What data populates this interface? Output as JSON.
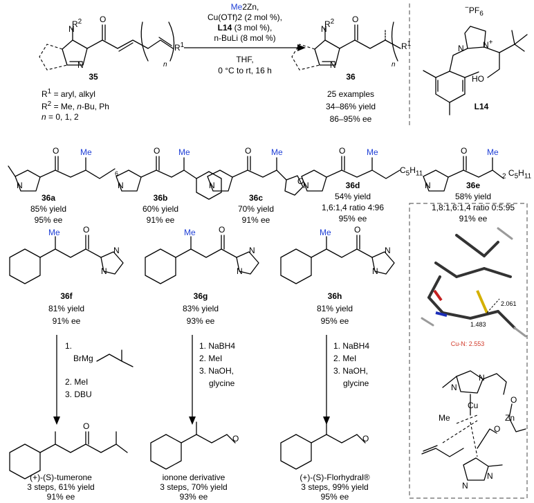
{
  "scheme": {
    "reagents": {
      "line1": "Me",
      "line1b": "2Zn,",
      "line2": "Cu(OTf)",
      "line2b": "2 (2 mol %),",
      "line3a": "L14",
      "line3b": " (3 mol %),",
      "line4": "n-BuLi (8 mol %)",
      "line5": "THF,",
      "line6": "0 °C to rt, 16 h"
    },
    "substrate_label": "35",
    "product_label": "36",
    "r_groups": [
      "R1 = aryl, alkyl",
      "R2 = Me, n-Bu, Ph",
      "n = 0, 1, 2"
    ],
    "r1_line": {
      "a": "R",
      "sup": "1",
      "b": " = aryl, alkyl"
    },
    "r2_line": {
      "a": "R",
      "sup": "2",
      "b": " = Me, ",
      "i": "n",
      "c": "-Bu, Ph"
    },
    "n_line": {
      "i": "n",
      "c": " = 0, 1, 2"
    },
    "product_stats": [
      "25 examples",
      "34–86% yield",
      "86–95% ee"
    ],
    "ligand_label": "L14",
    "ligand_counterion": "PF",
    "ligand_counterion_sub": "6"
  },
  "examples": [
    {
      "id": "36a",
      "lines": [
        "85% yield",
        "95% ee"
      ]
    },
    {
      "id": "36b",
      "lines": [
        "60% yield",
        "91% ee"
      ]
    },
    {
      "id": "36c",
      "lines": [
        "70% yield",
        "91% ee"
      ]
    },
    {
      "id": "36d",
      "lines": [
        "54% yield",
        "1,6:1,4 ratio 4:96",
        "95% ee"
      ]
    },
    {
      "id": "36e",
      "lines": [
        "58% yield",
        "1,8:1,6:1,4 ratio 0:5:95",
        "91% ee"
      ]
    }
  ],
  "applications": [
    {
      "id": "36f",
      "lines": [
        "81% yield",
        "91% ee"
      ],
      "steps": [
        "1.",
        "2. MeI",
        "3. DBU"
      ],
      "grignard": "BrMg",
      "product": "(+)-(S)-tumerone",
      "summary": [
        "3 steps, 61% yield",
        "91% ee"
      ]
    },
    {
      "id": "36g",
      "lines": [
        "83% yield",
        "93% ee"
      ],
      "steps": [
        "1. NaBH4",
        "2. MeI",
        "3. NaOH,",
        "glycine"
      ],
      "product": "ionone derivative",
      "summary": [
        "3 steps, 70% yield",
        "93% ee"
      ]
    },
    {
      "id": "36h",
      "lines": [
        "81% yield",
        "95% ee"
      ],
      "steps": [
        "1. NaBH4",
        "2. MeI",
        "3. NaOH,",
        "glycine"
      ],
      "product": "(+)-(S)-Florhydral®",
      "summary": [
        "3 steps, 99% yield",
        "95% ee"
      ]
    }
  ],
  "ts_model": {
    "dist1": "2.061",
    "dist2": "1.483",
    "cu_n": "Cu-N: 2.553",
    "atoms": [
      "Cu",
      "Me",
      "O",
      "Zn",
      "N",
      "N",
      "N",
      "N"
    ]
  },
  "atoms": {
    "N": "N",
    "O": "O",
    "Me": "Me",
    "R1": "R",
    "R2": "R",
    "sup1": "1",
    "sup2": "2",
    "n": "n",
    "H": "H",
    "OH": "HO",
    "C5H11": "C",
    "sub5": "5",
    "sub11": "11",
    "sub6": "6",
    "sub2": "2"
  }
}
